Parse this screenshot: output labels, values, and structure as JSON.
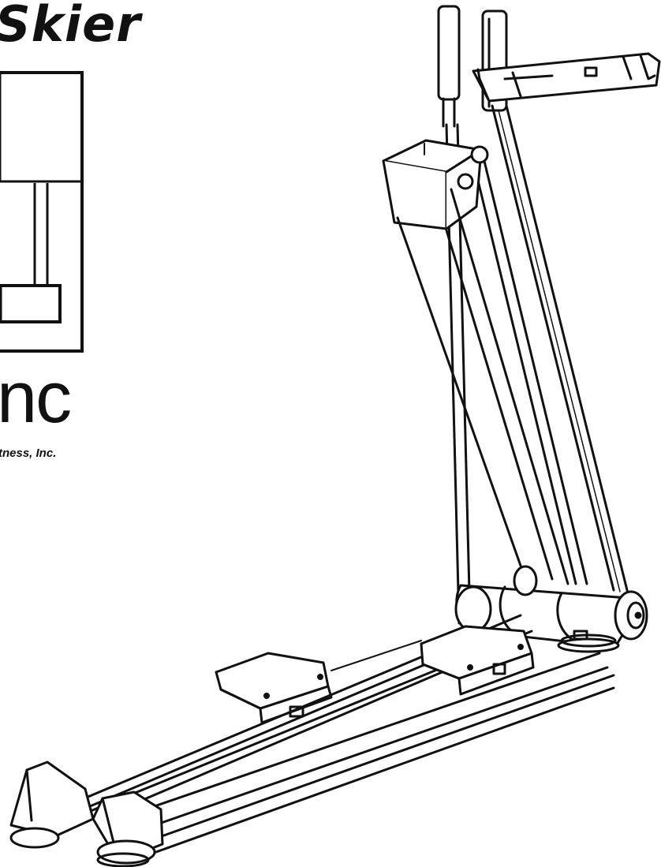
{
  "logo": {
    "brand_word": "Skier",
    "brand_suffix": "nc",
    "company_name": "tness, Inc."
  },
  "illustration": {
    "subject": "machine-illustration",
    "stroke_color": "#111111",
    "background_color": "#ffffff"
  }
}
